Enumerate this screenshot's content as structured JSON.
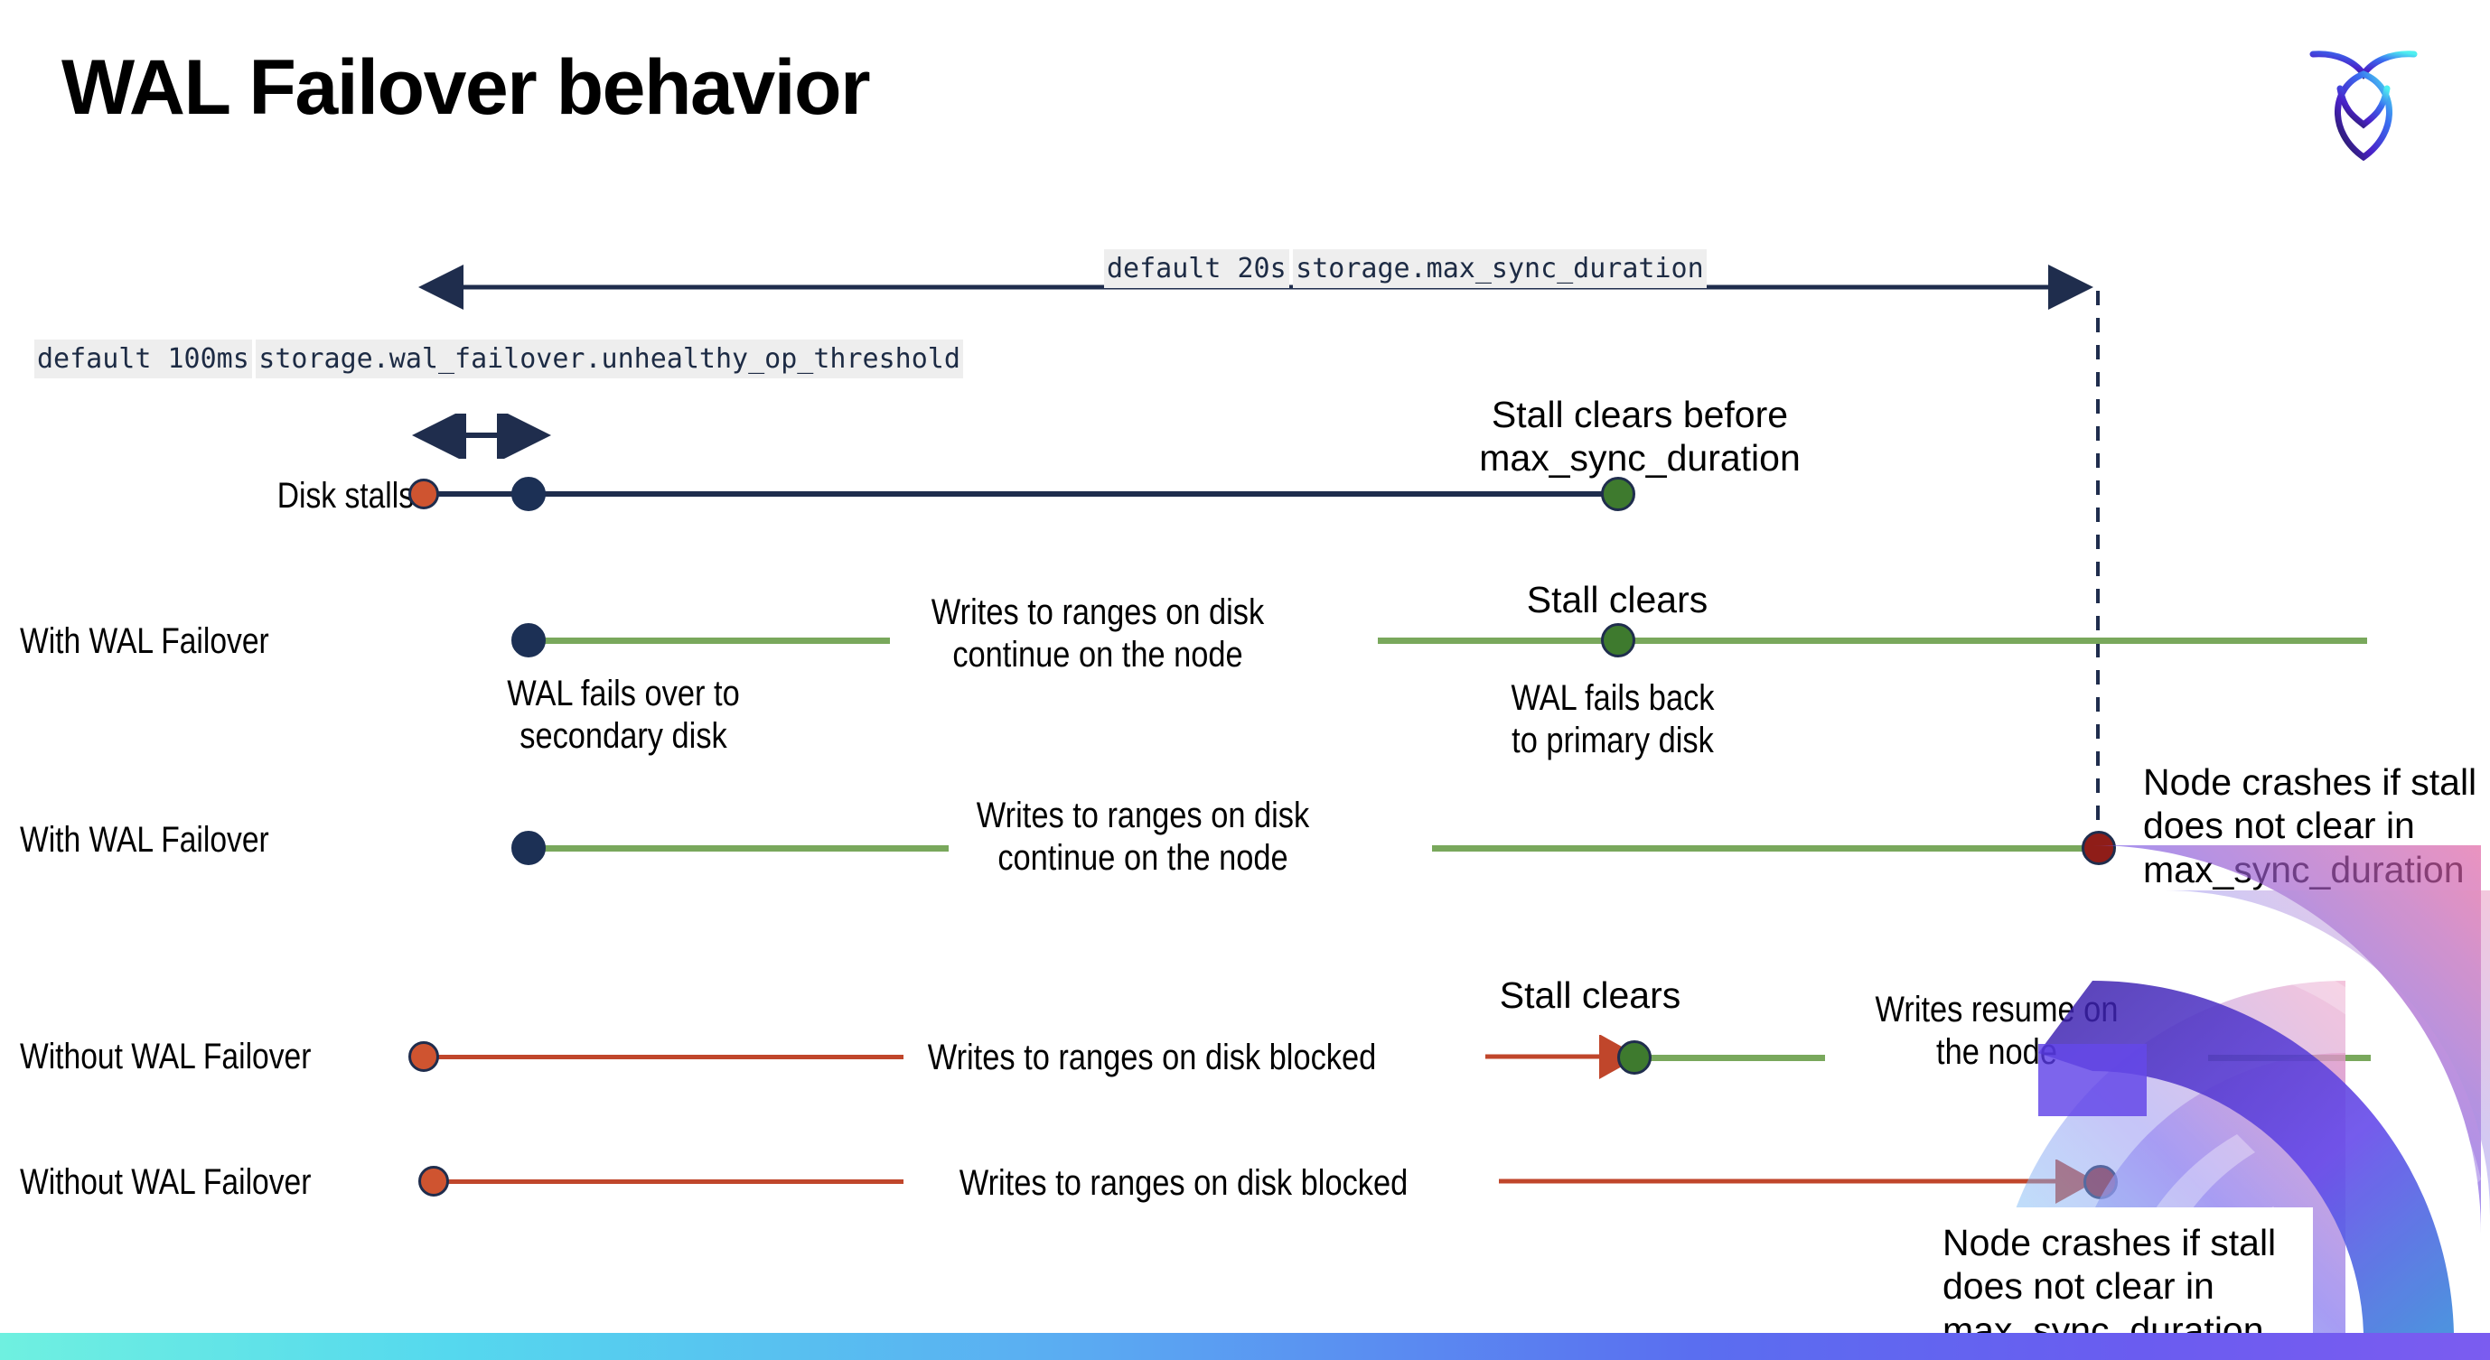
{
  "slide": {
    "title": "WAL Failover behavior",
    "logo_name": "cockroachdb-logo"
  },
  "settings": {
    "max_sync_duration": {
      "default_label": "default 20s",
      "setting_name": "storage.max_sync_duration"
    },
    "unhealthy_op_threshold": {
      "default_label": "default 100ms",
      "setting_name": "storage.wal_failover.unhealthy_op_threshold"
    }
  },
  "rows": {
    "disk_stalls": {
      "label": "Disk stalls"
    },
    "with_failover_1": {
      "label": "With WAL Failover"
    },
    "with_failover_2": {
      "label": "With WAL Failover"
    },
    "without_failover_1": {
      "label": "Without WAL Failover"
    },
    "without_failover_2": {
      "label": "Without WAL Failover"
    }
  },
  "annotations": {
    "stall_clears_before": "Stall clears before\nmax_sync_duration",
    "writes_continue_1": "Writes to ranges on disk\ncontinue on the node",
    "stall_clears_2": "Stall clears",
    "wal_fails_over": "WAL fails over to\nsecondary disk",
    "wal_fails_back": "WAL fails  back\nto primary disk",
    "writes_continue_2": "Writes to ranges on disk\ncontinue on the node",
    "node_crashes_1": "Node crashes if stall\ndoes not clear in\nmax_sync_duration",
    "stall_clears_4": "Stall clears",
    "writes_blocked_1": "Writes to ranges on disk  blocked",
    "writes_resume": "Writes resume on\nthe node",
    "writes_blocked_2": "Writes to ranges on disk  blocked",
    "node_crashes_2": "Node crashes if stall\ndoes not clear in\nmax_sync_duration"
  },
  "colors": {
    "navy": "#1f2d4d",
    "green_line": "#79a85c",
    "orange_line": "#c0462b",
    "dot_orange": "#cf5430",
    "dot_navy": "#1c3055",
    "dot_green": "#3e7a2e",
    "dot_darkred": "#8f1d18",
    "code_bg": "#eeeeee"
  }
}
